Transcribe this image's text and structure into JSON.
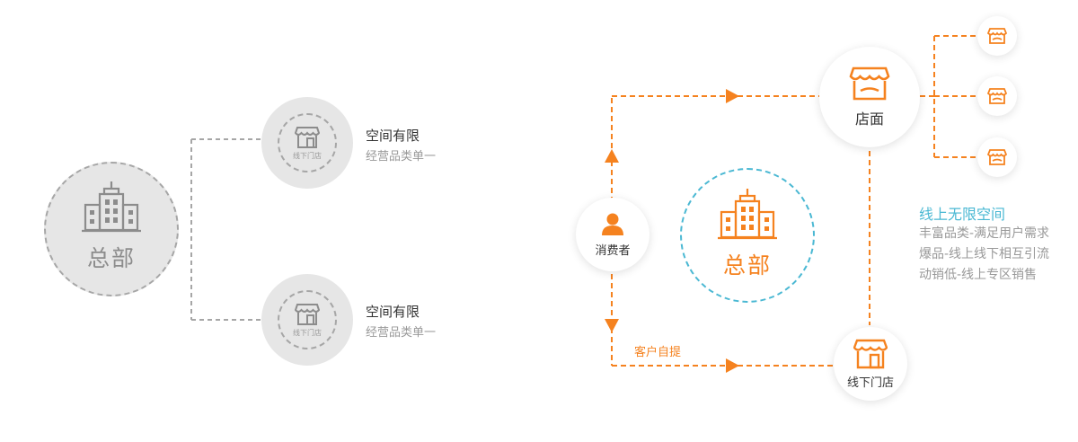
{
  "left": {
    "hq_label": "总部",
    "store_top": {
      "badge": "线下门店",
      "title": "空间有限",
      "subtitle": "经营品类单一"
    },
    "store_bottom": {
      "badge": "线下门店",
      "title": "空间有限",
      "subtitle": "经营品类单一"
    }
  },
  "right": {
    "consumer_label": "消费者",
    "hq_label": "总部",
    "storefront_label": "店面",
    "offline_store_label": "线下门店",
    "pickup_label": "客户自提",
    "info": {
      "title": "线上无限空间",
      "lines": [
        "丰富品类-满足用户需求",
        "爆品-线上线下相互引流",
        "动销低-线上专区销售"
      ]
    }
  },
  "colors": {
    "orange": "#f5821f",
    "grey": "#a6a6a6",
    "light_grey": "#e6e6e6",
    "blue": "#4ab8d3",
    "text_dark": "#333333",
    "text_grey": "#999999"
  }
}
